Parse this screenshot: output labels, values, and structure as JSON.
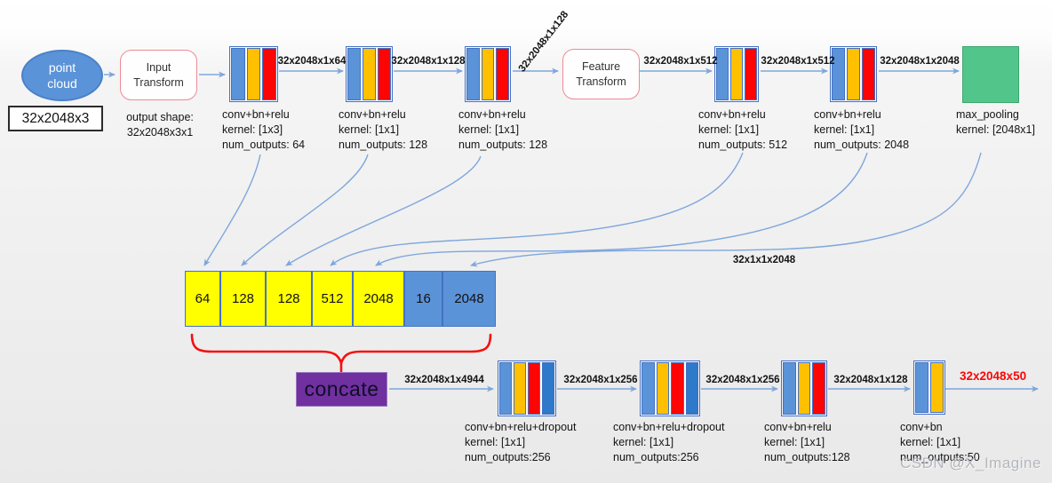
{
  "colors": {
    "stripe_blue": "#5b93d8",
    "stripe_amber": "#ffc000",
    "stripe_red": "#fe0505",
    "stripe_dark_blue": "#2e79c9",
    "concat_yellow": "#ffff00",
    "concat_blue": "#5b93d8",
    "max_pooling_green": "#52c68a",
    "concate_purple": "#7030a0",
    "arrow_blue": "#7ea6dc",
    "brace_red": "#f50f0f",
    "output_red": "#fb0606"
  },
  "input_node": {
    "label": "point cloud",
    "shape": "32x2048x3"
  },
  "transforms": {
    "input": {
      "label": "Input Transform",
      "output_shape_line1": "output shape:",
      "output_shape_line2": "32x2048x3x1"
    },
    "feature": {
      "label": "Feature Transform"
    }
  },
  "top_blocks": [
    {
      "lines": [
        "conv+bn+relu",
        "kernel: [1x3]",
        "num_outputs: 64"
      ]
    },
    {
      "lines": [
        "conv+bn+relu",
        "kernel: [1x1]",
        "num_outputs: 128"
      ]
    },
    {
      "lines": [
        "conv+bn+relu",
        "kernel: [1x1]",
        "num_outputs: 128"
      ]
    },
    {
      "lines": [
        "conv+bn+relu",
        "kernel: [1x1]",
        "num_outputs: 512"
      ]
    },
    {
      "lines": [
        "conv+bn+relu",
        "kernel: [1x1]",
        "num_outputs: 2048"
      ]
    },
    {
      "lines": [
        "max_pooling",
        "kernel: [2048x1]"
      ]
    }
  ],
  "top_arrow_labels": [
    "32x2048x1x64",
    "32x2048x1x128",
    "32x2048x1x128",
    "32x2048x1x512",
    "32x2048x1x512",
    "32x2048x1x2048"
  ],
  "skip_connection_label": "32x1x1x2048",
  "concat_boxes": [
    {
      "value": "64",
      "color": "yellow"
    },
    {
      "value": "128",
      "color": "yellow"
    },
    {
      "value": "128",
      "color": "yellow"
    },
    {
      "value": "512",
      "color": "yellow"
    },
    {
      "value": "2048",
      "color": "yellow"
    },
    {
      "value": "16",
      "color": "blue"
    },
    {
      "value": "2048",
      "color": "blue"
    }
  ],
  "concate_label": "concate",
  "bottom_blocks": [
    {
      "lines": [
        "conv+bn+relu+dropout",
        "kernel: [1x1]",
        "num_outputs:256"
      ]
    },
    {
      "lines": [
        "conv+bn+relu+dropout",
        "kernel: [1x1]",
        "num_outputs:256"
      ]
    },
    {
      "lines": [
        "conv+bn+relu",
        "kernel: [1x1]",
        "num_outputs:128"
      ]
    },
    {
      "lines": [
        "conv+bn",
        "kernel: [1x1]",
        "num_outputs:50"
      ]
    }
  ],
  "bottom_arrow_labels": [
    "32x2048x1x4944",
    "32x2048x1x256",
    "32x2048x1x256",
    "32x2048x1x128"
  ],
  "output_label": "32x2048x50",
  "watermark": "CSDN @X_Imagine"
}
